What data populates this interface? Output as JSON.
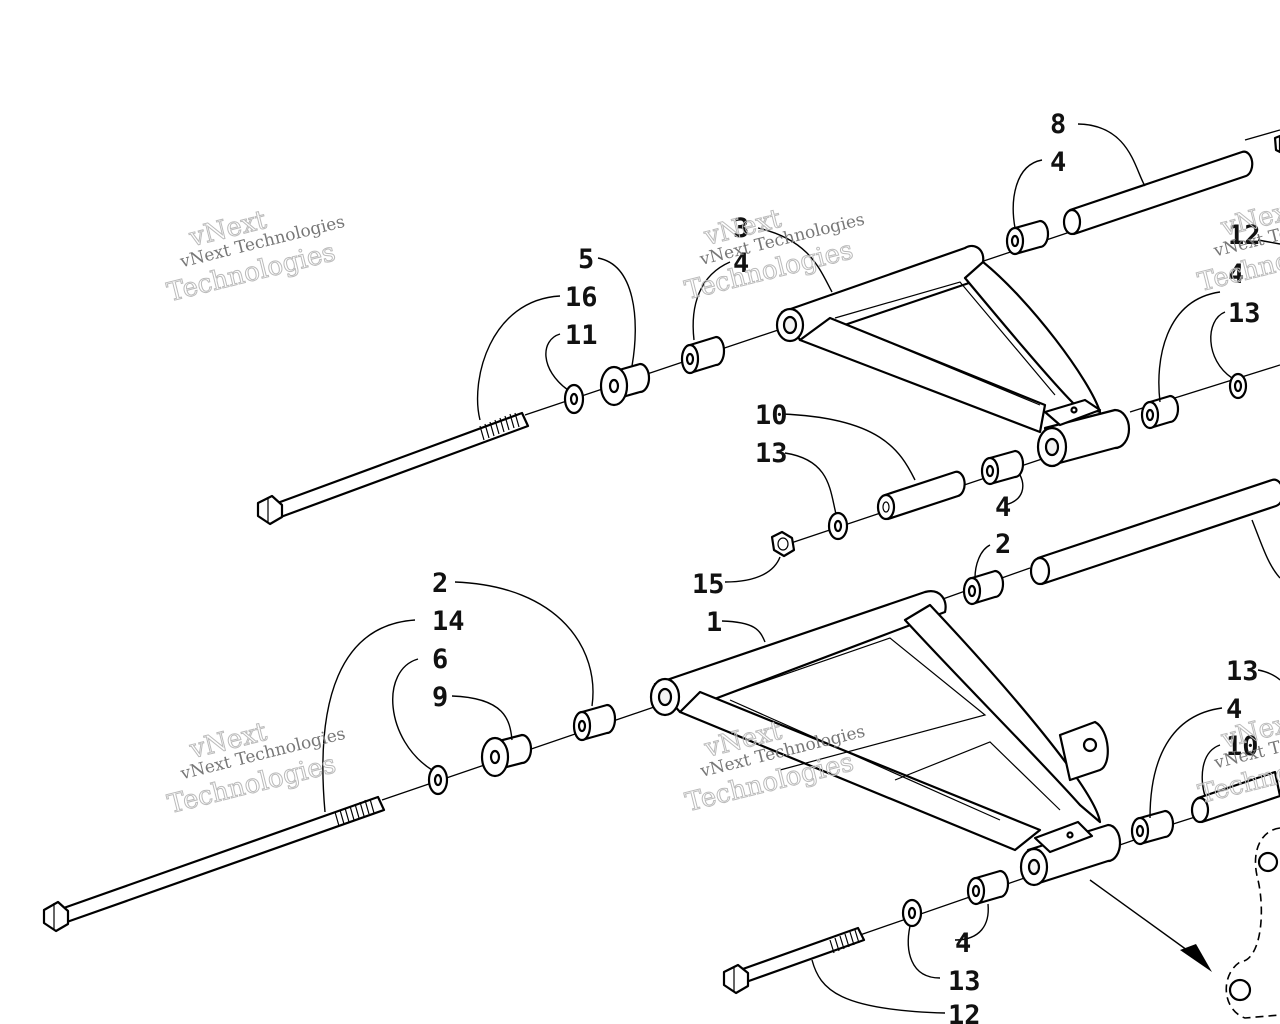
{
  "watermark": {
    "line1": "vNext Technologies",
    "line2": "vNext",
    "line3": "Technologies"
  },
  "callouts": [
    "8",
    "4",
    "3",
    "4",
    "12",
    "4",
    "13",
    "5",
    "16",
    "11",
    "10",
    "13",
    "4",
    "15",
    "2",
    "2",
    "14",
    "6",
    "9",
    "1",
    "13",
    "4",
    "10",
    "4",
    "13",
    "12"
  ],
  "colors": {
    "ink": "#000000",
    "background": "#ffffff",
    "watermark": "#bbbbbb"
  }
}
